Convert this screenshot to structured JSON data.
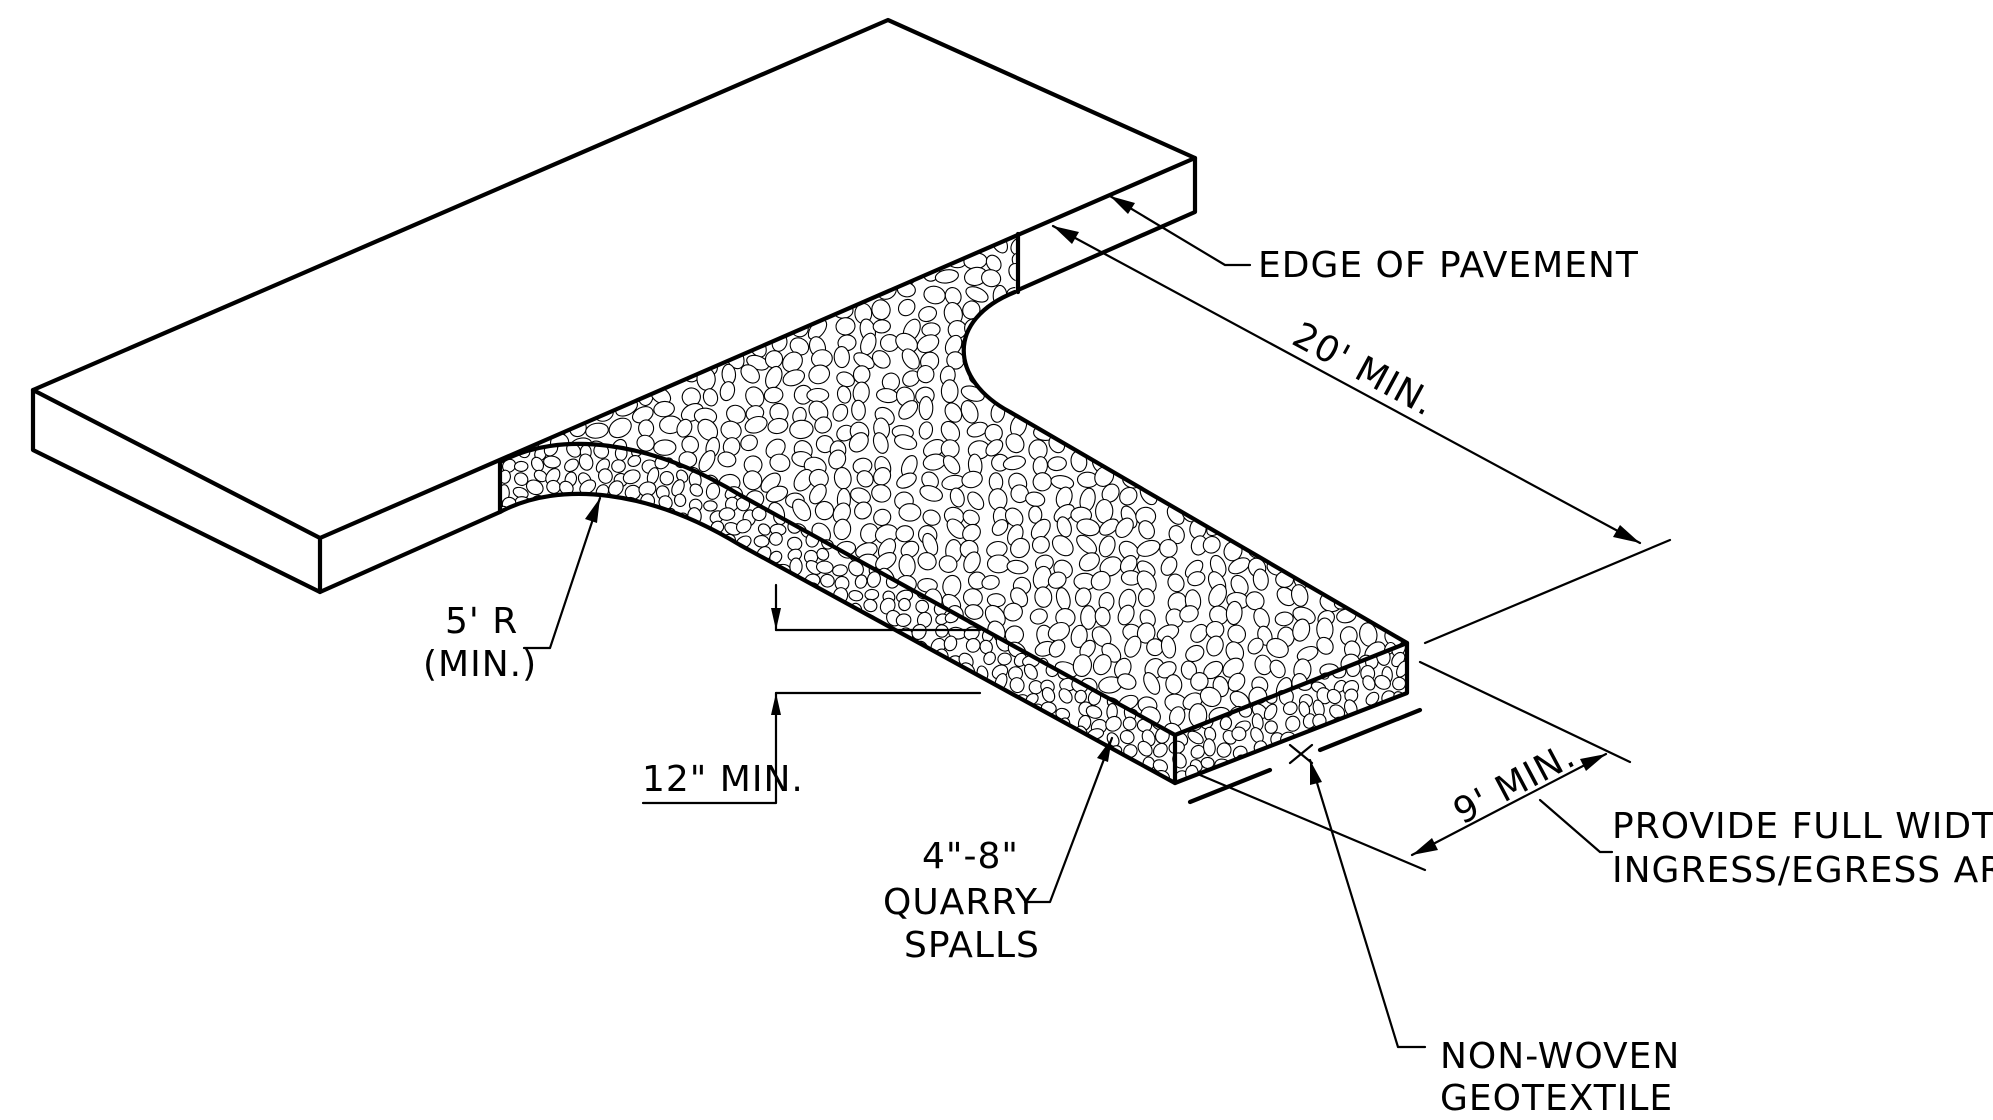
{
  "labels": {
    "edge_of_pavement": "EDGE OF PAVEMENT",
    "length_dim": "20' MIN.",
    "width_dim": "9' MIN.",
    "radius_line1": "5' R",
    "radius_line2": "(MIN.)",
    "depth_dim": "12\" MIN.",
    "spalls_line1": "4\"-8\"",
    "spalls_line2": "QUARRY",
    "spalls_line3": "SPALLS",
    "full_width_line1": "PROVIDE FULL WIDTH OF",
    "full_width_line2": "INGRESS/EGRESS AREA",
    "geotextile_line1": "NON-WOVEN",
    "geotextile_line2": "GEOTEXTILE"
  },
  "colors": {
    "line": "#000000",
    "background": "#ffffff"
  }
}
